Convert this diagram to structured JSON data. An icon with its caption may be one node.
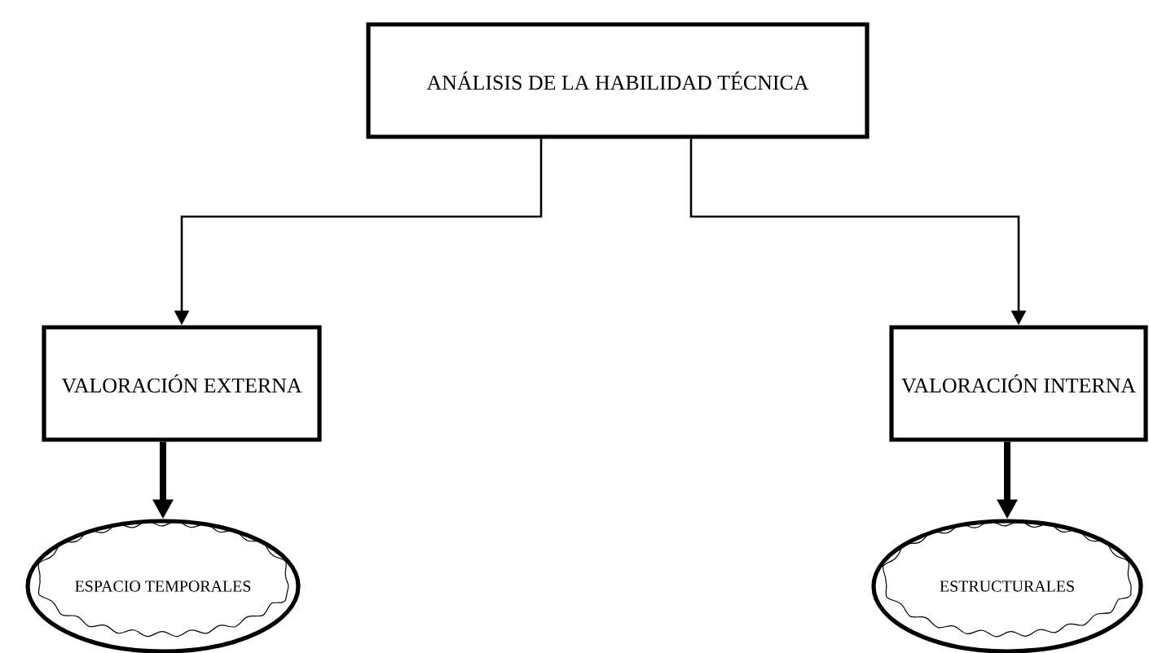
{
  "diagram": {
    "nodes": [
      {
        "text": [
          "ANÁLISIS DE LA HABILIDAD TÉCNICA"
        ]
      },
      {
        "text": [
          "VALORACIÓN EXTERNA"
        ]
      },
      {
        "text": [
          "VALORACIÓN INTERNA"
        ]
      },
      {
        "text": [
          "ESPACIO TEMPORALES"
        ]
      },
      {
        "text": [
          "ESTRUCTURALES"
        ]
      }
    ],
    "edges": [
      {
        "from": 0,
        "to": 1,
        "arrow": "to"
      },
      {
        "from": 0,
        "to": 2,
        "arrow": "to"
      },
      {
        "from": 1,
        "to": 3,
        "arrow": "to",
        "style": "thick"
      },
      {
        "from": 2,
        "to": 4,
        "arrow": "to",
        "style": "thick"
      }
    ]
  }
}
